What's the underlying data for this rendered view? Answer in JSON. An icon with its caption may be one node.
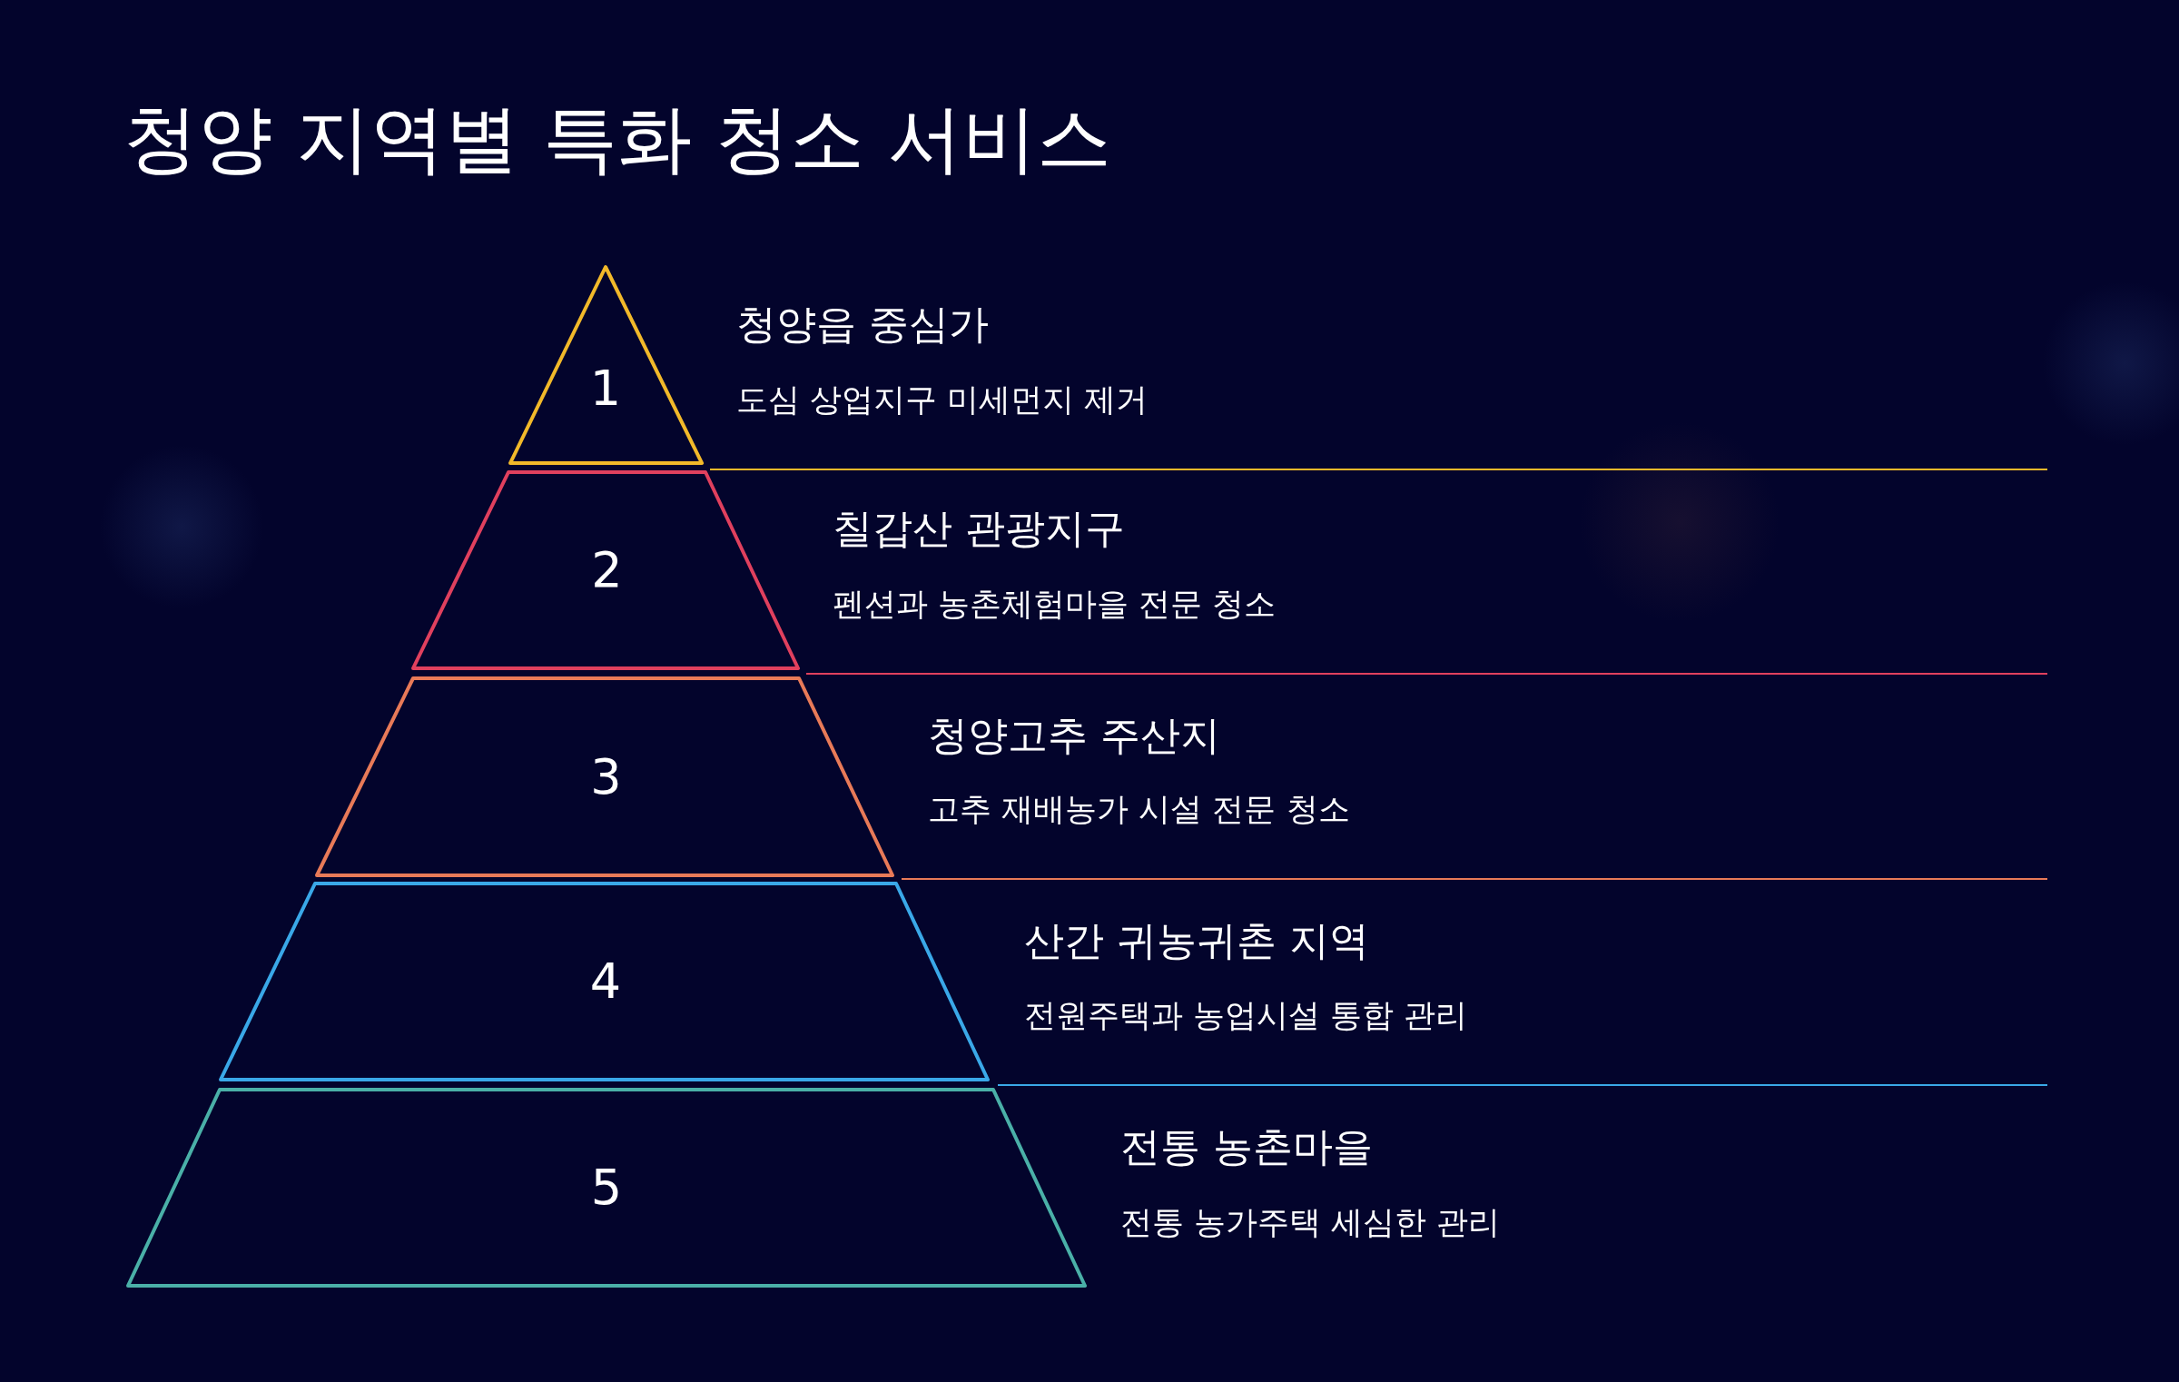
{
  "diagram": {
    "title": "청양 지역별 특화 청소 서비스",
    "nodes": [
      {
        "text": [
          "1"
        ],
        "beside": [
          "청양읍 중심가",
          "도심 상업지구 미세먼지 제거"
        ]
      },
      {
        "text": [
          "2"
        ],
        "beside": [
          "칠갑산 관광지구",
          "펜션과 농촌체험마을 전문 청소"
        ]
      },
      {
        "text": [
          "3"
        ],
        "beside": [
          "청양고추 주산지",
          "고추 재배농가 시설 전문 청소"
        ]
      },
      {
        "text": [
          "4"
        ],
        "beside": [
          "산간 귀농귀촌 지역",
          "전원주택과 농업시설 통합 관리"
        ]
      },
      {
        "text": [
          "5"
        ],
        "beside": [
          "전통 농촌마을",
          "전통 농가주택 세심한 관리"
        ]
      }
    ],
    "edges": []
  }
}
